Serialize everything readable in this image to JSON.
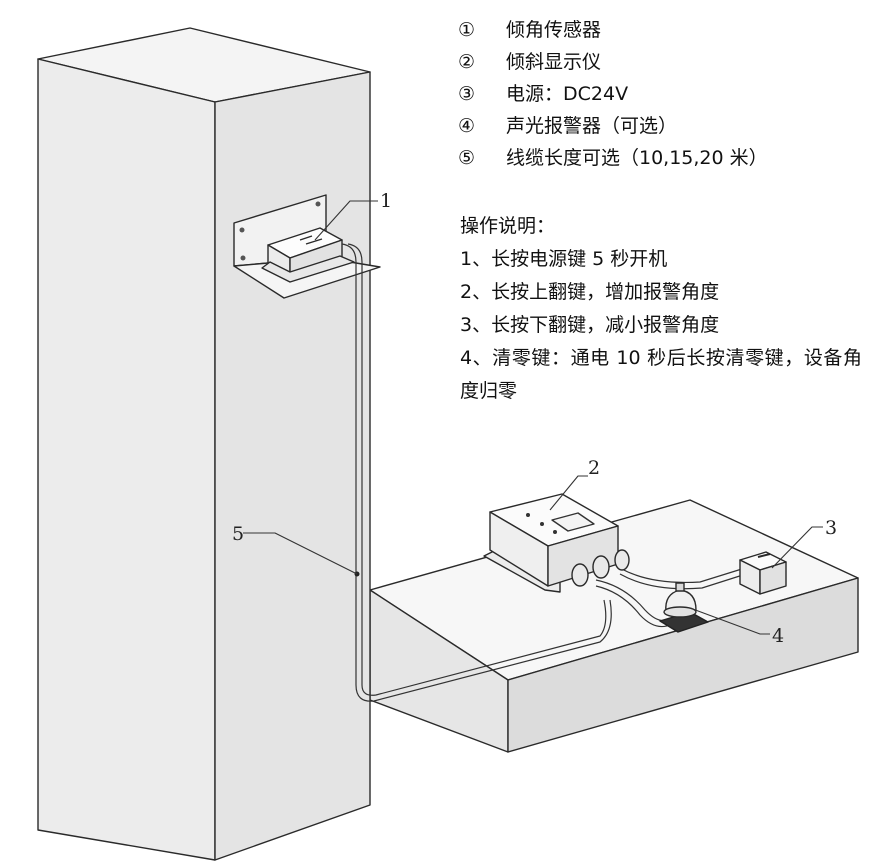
{
  "legend": [
    {
      "num": "①",
      "text": "倾角传感器"
    },
    {
      "num": "②",
      "text": "倾斜显示仪"
    },
    {
      "num": "③",
      "text": "电源：DC24V"
    },
    {
      "num": "④",
      "text": "声光报警器（可选）"
    },
    {
      "num": "⑤",
      "text": "线缆长度可选（10,15,20 米）"
    }
  ],
  "instructions": {
    "title": "操作说明：",
    "steps": [
      "1、长按电源键 5 秒开机",
      "2、长按上翻键，增加报警角度",
      "3、长按下翻键，减小报警角度",
      "4、清零键：通电 10 秒后长按清零键，设备角度归零"
    ]
  },
  "callouts": {
    "sensor": "1",
    "display": "2",
    "power": "3",
    "alarm": "4",
    "cable": "5"
  }
}
